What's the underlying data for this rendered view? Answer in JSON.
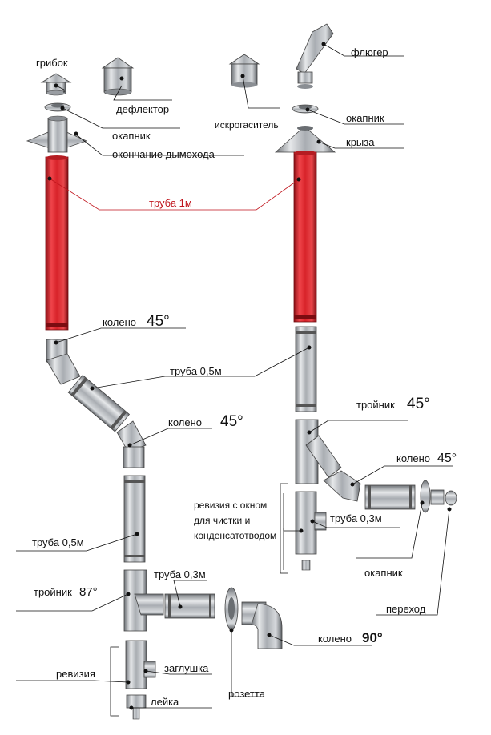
{
  "labels": {
    "gribok": "грибок",
    "deflektor": "дефлектор",
    "okapnik_left": "окапник",
    "okonchanie": "окончание дымохода",
    "iskrogasitel": "искрогаситель",
    "fluger": "флюгер",
    "okapnik_right": "окапник",
    "kryza": "крыза",
    "truba_1m": "труба 1м",
    "koleno45_a_word": "колено",
    "koleno45_a_deg": "45°",
    "truba05_upper": "труба 0,5м",
    "koleno45_b_word": "колено",
    "koleno45_b_deg": "45°",
    "troinik45_word": "тройник",
    "troinik45_deg": "45°",
    "koleno45_c_word": "колено",
    "koleno45_c_deg": "45°",
    "revizia_okno_1": "ревизия с окном",
    "revizia_okno_2": "для чистки и",
    "revizia_okno_3": "конденсатотводом",
    "truba03_right": "труба 0,3м",
    "okapnik_low": "окапник",
    "perehod": "переход",
    "truba05_lower": "труба 0,5м",
    "troinik87_word": "тройник",
    "troinik87_deg": "87°",
    "truba03_left": "труба 0,3м",
    "koleno90_word": "колено",
    "koleno90_deg": "90°",
    "revizia": "ревизия",
    "zaglushka": "заглушка",
    "leika": "лейка",
    "rozetta": "розетта"
  },
  "colors": {
    "pipe_red": "#d8232a",
    "steel": "#b9bcc0",
    "leader_red": "#c0141c"
  }
}
